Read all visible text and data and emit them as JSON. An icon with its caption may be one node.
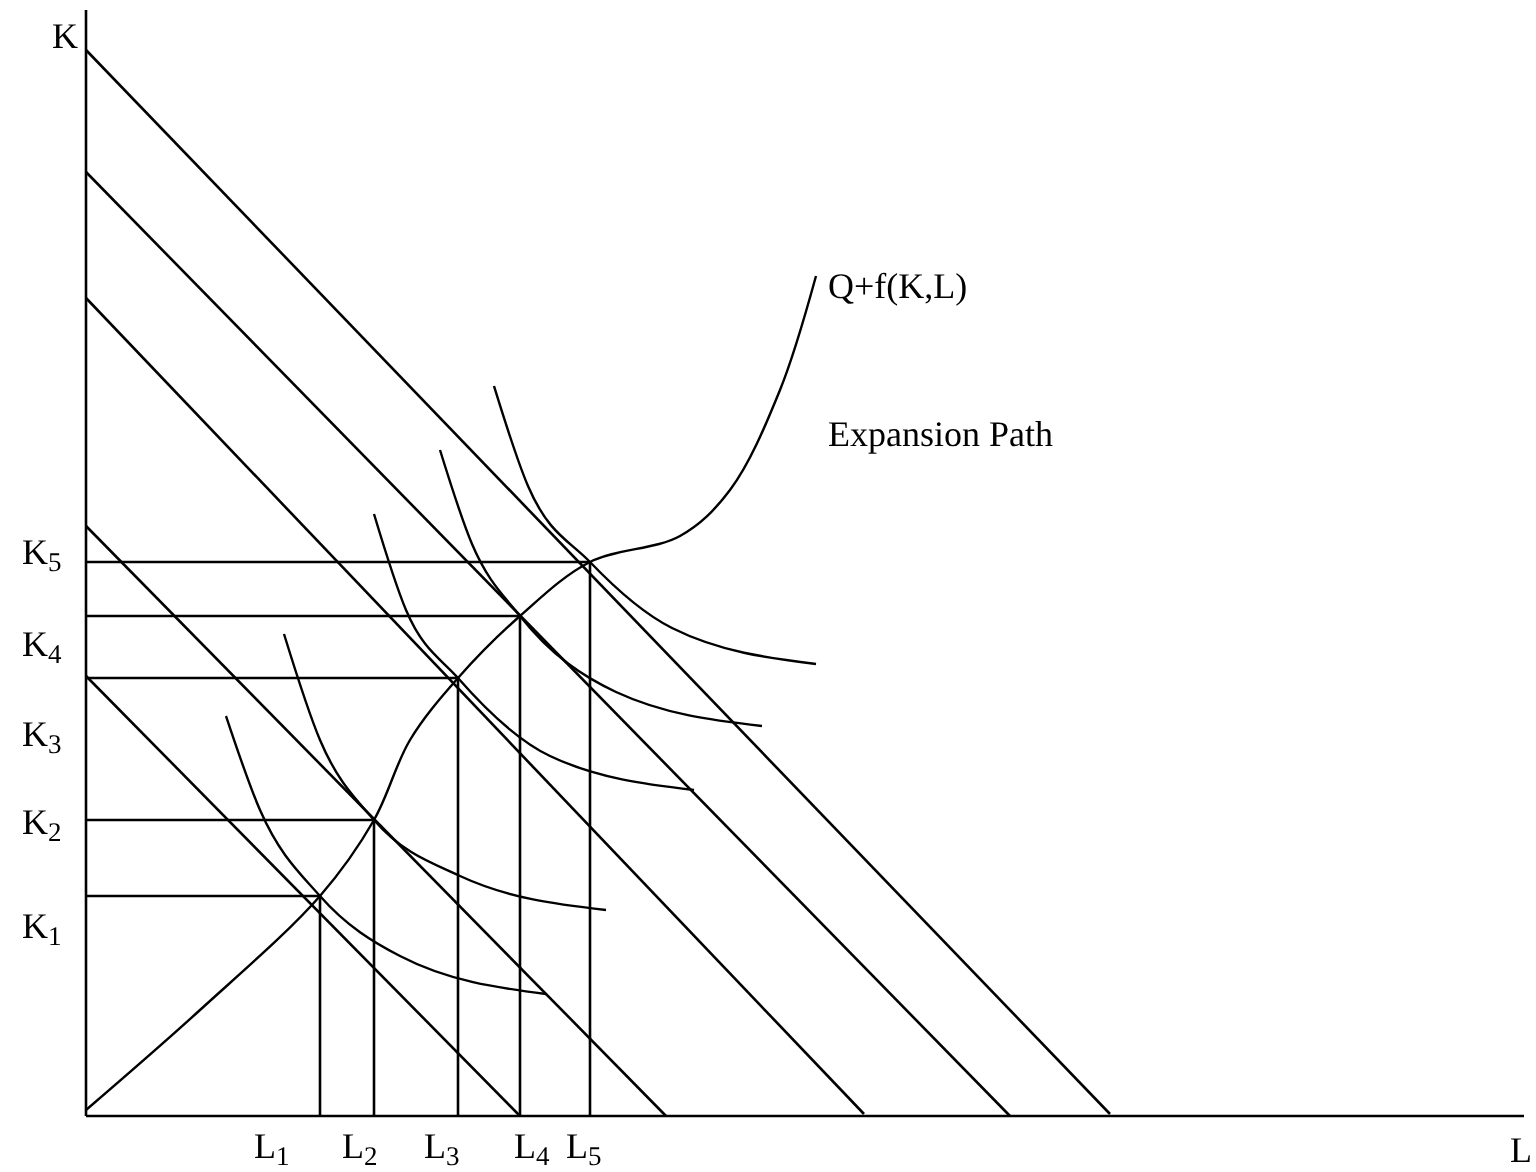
{
  "diagram": {
    "labels": [
      "K",
      "Q+f(K,L)",
      "Expansion Path",
      "K$_{5}$",
      "K$_{4}$",
      "K$_{3}$",
      "K$_{2}$",
      "K$_{1}$",
      "L$_{1}$",
      "L$_{2}$",
      "L$_{3}$",
      "L$_{4}$",
      "L$_{5}$",
      "L"
    ]
  }
}
